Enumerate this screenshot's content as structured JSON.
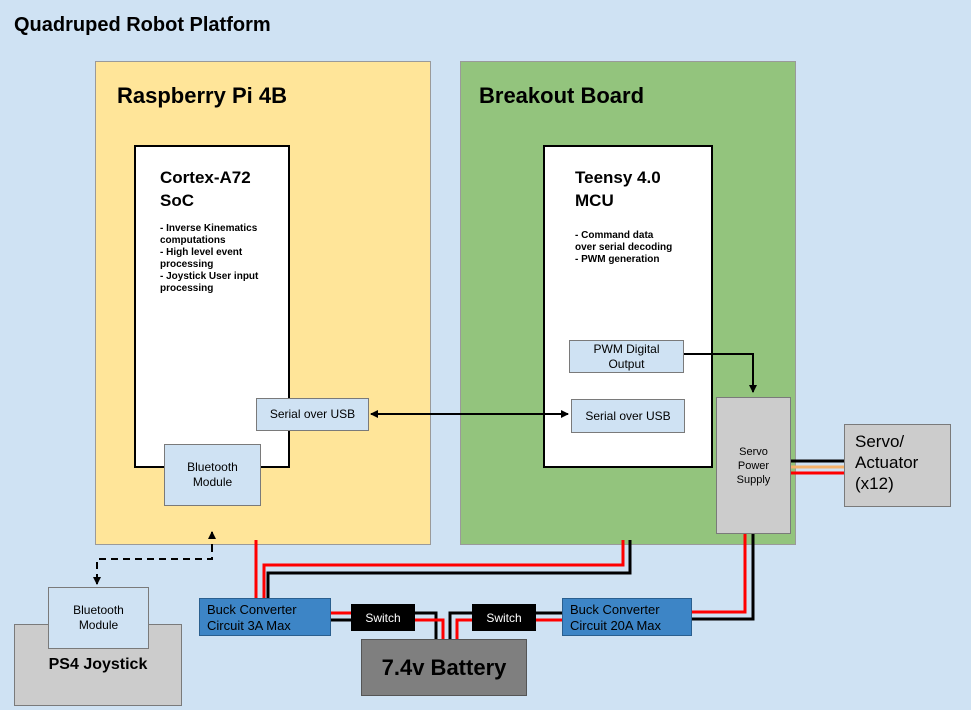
{
  "title": "Quadruped Robot Platform",
  "raspberry_pi": {
    "title": "Raspberry Pi 4B",
    "soc": {
      "title": "Cortex-A72\nSoC",
      "notes": "- Inverse Kinematics\ncomputations\n- High level event\nprocessing\n- Joystick User input\nprocessing"
    },
    "serial_usb": "Serial over USB",
    "bluetooth": "Bluetooth\nModule"
  },
  "breakout": {
    "title": "Breakout Board",
    "mcu": {
      "title": "Teensy 4.0\nMCU",
      "notes": "- Command data\nover serial decoding\n- PWM generation"
    },
    "pwm": "PWM Digital\nOutput",
    "serial_usb": "Serial over USB",
    "servo_power": "Servo\nPower\nSupply"
  },
  "servo": "Servo/\nActuator\n(x12)",
  "joystick": {
    "bluetooth": "Bluetooth\nModule",
    "label": "PS4 Joystick"
  },
  "buck_small": "Buck Converter\nCircuit 3A Max",
  "buck_large": "Buck Converter\nCircuit 20A Max",
  "switch_left": "Switch",
  "switch_right": "Switch",
  "battery": "7.4v Battery",
  "colors": {
    "background": "#cfe2f3",
    "rpi": "#ffe599",
    "breakout": "#93c47d",
    "buck": "#3d85c6",
    "wire_positive": "#ff0000",
    "wire_ground": "#000000",
    "wire_signal": "#f6b26b"
  }
}
